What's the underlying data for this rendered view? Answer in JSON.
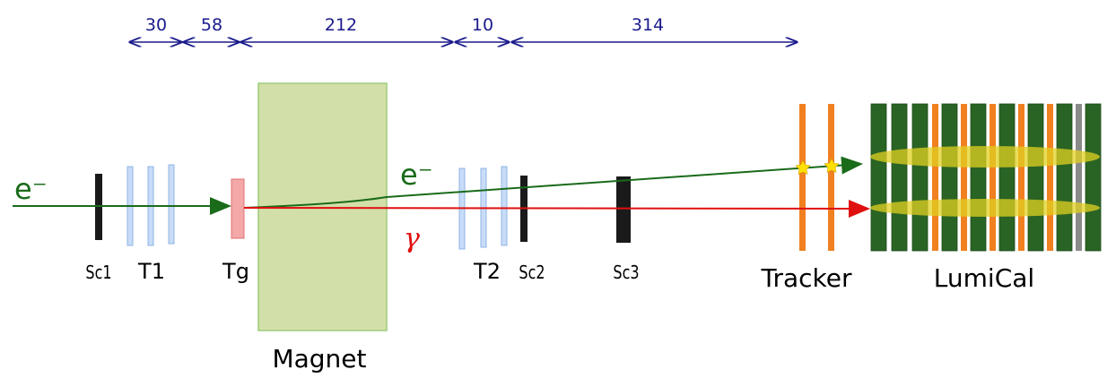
{
  "distances": [
    "30",
    "58",
    "212",
    "10",
    "314"
  ],
  "labels": {
    "sc1": "Sc1",
    "t1": "T1",
    "tg": "Tg",
    "magnet": "Magnet",
    "t2": "T2",
    "sc2": "Sc2",
    "sc3": "Sc3",
    "tracker": "Tracker",
    "lumical": "LumiCal"
  },
  "particles": {
    "electron_in": "e⁻",
    "electron_out": "e⁻",
    "photon": "γ"
  },
  "colors": {
    "dimension": "#1a1a8c",
    "electron_beam": "#1a6b1a",
    "photon_beam": "#e01010",
    "magnet_fill": "#d3dfa8",
    "magnet_stroke": "#9ccc7a",
    "telescope_plane": "#c8dcf8",
    "scintillator": "#1a1a1a",
    "target": "#f4a8a8",
    "tracker_plane": "#f08020",
    "lumical_absorber": "#2a6424",
    "lumical_sensor_orange": "#f08020",
    "lumical_sensor_grey": "#8a8a8a",
    "shower_ellipse": "#e2d020"
  }
}
